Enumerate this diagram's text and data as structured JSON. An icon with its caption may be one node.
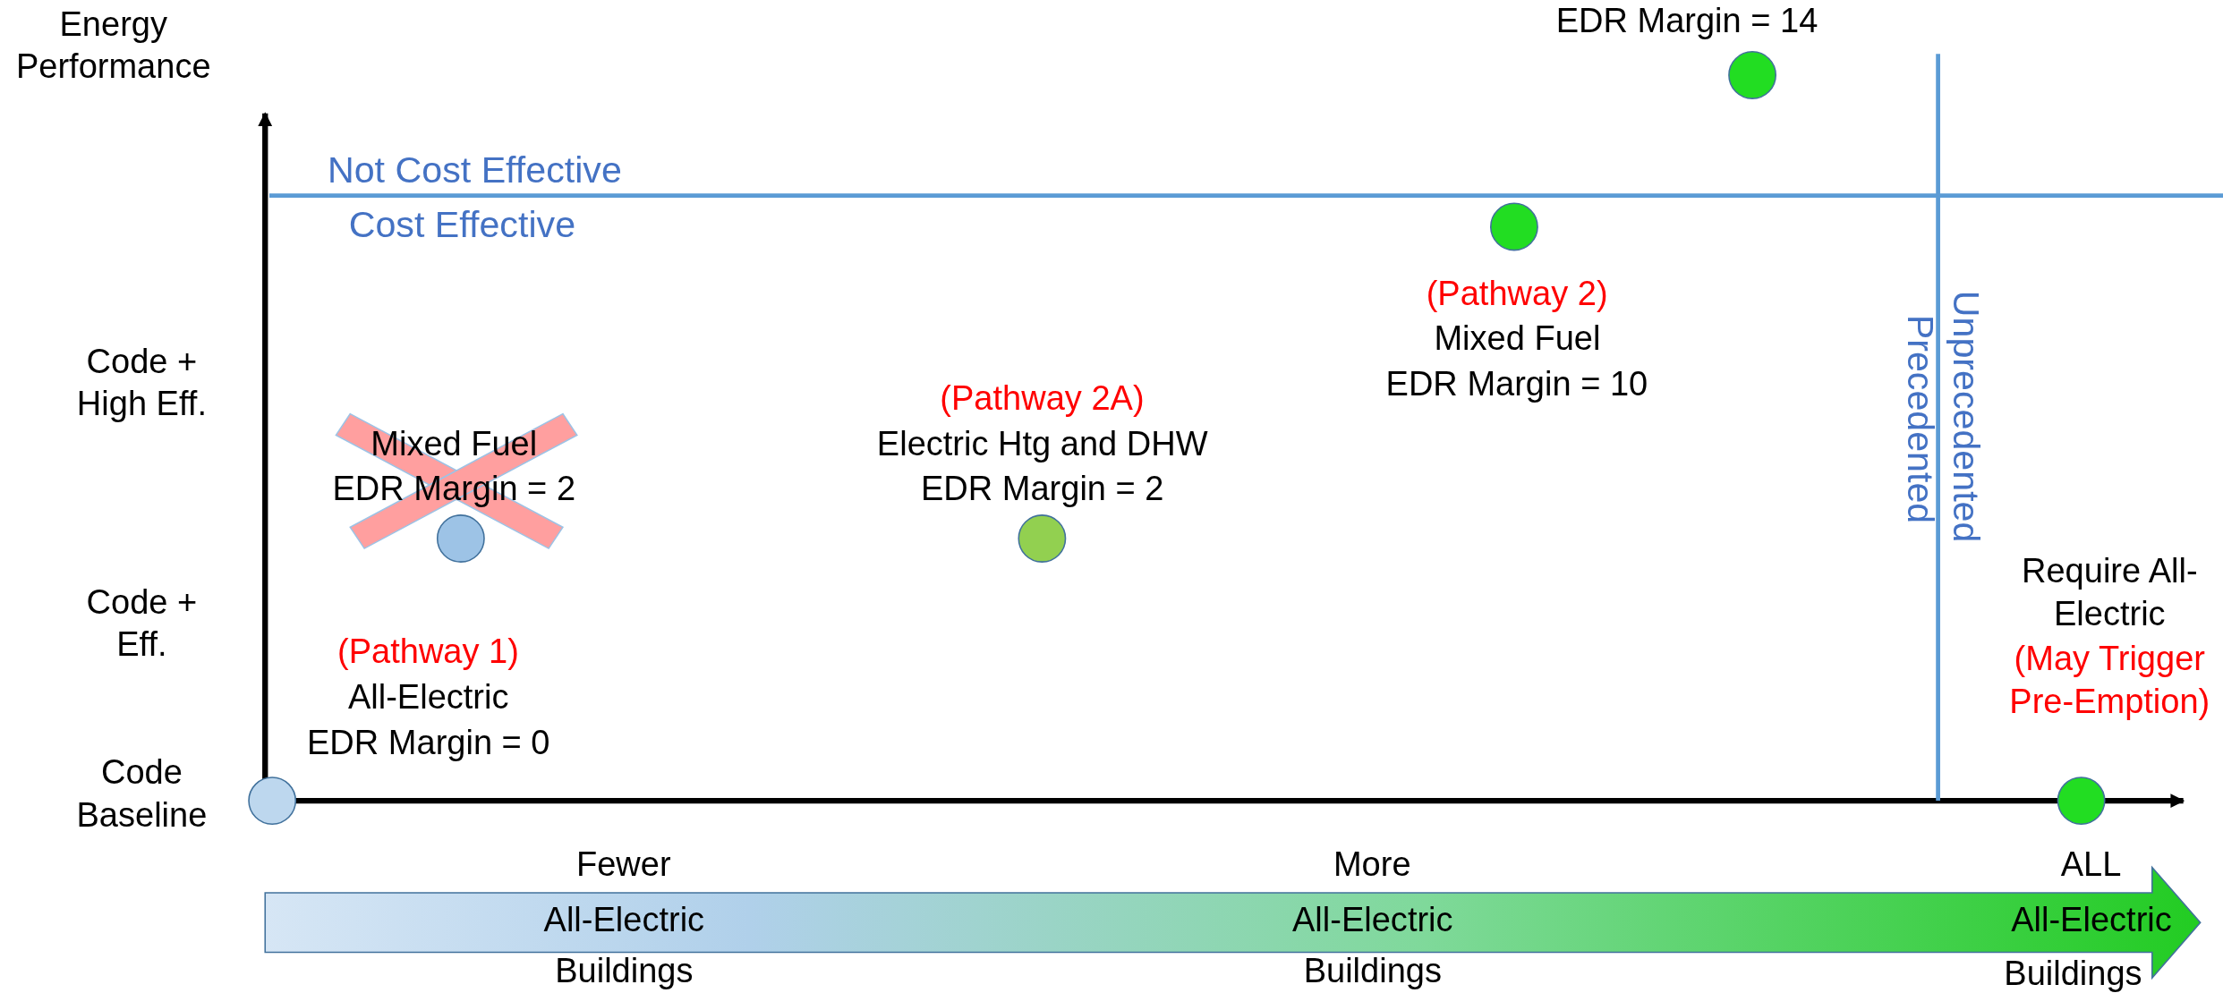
{
  "diagram": {
    "nodes": [
      {
        "text": [],
        "shape": "circle",
        "beside": [
          "EDR Margin = 14"
        ]
      },
      {
        "text": [],
        "shape": "circle",
        "beside": [
          "(Pathway 2)",
          "Mixed Fuel",
          "EDR Margin = 10"
        ]
      },
      {
        "text": [],
        "shape": "circle",
        "beside": [
          "Mixed Fuel",
          "EDR Margin = 2"
        ]
      },
      {
        "text": [],
        "shape": "circle",
        "beside": [
          "(Pathway 2A)",
          "Electric Htg and DHW",
          "EDR Margin = 2"
        ]
      },
      {
        "text": [],
        "shape": "circle",
        "beside": [
          "(Pathway 1)",
          "All-Electric",
          "EDR Margin = 0"
        ]
      },
      {
        "text": [],
        "shape": "circle",
        "beside": [
          "Require All-Electric",
          "(May Trigger Pre-Emption)"
        ]
      }
    ],
    "labels": [
      "Energy Performance",
      "Not Cost Effective",
      "Cost Effective",
      "Code + High Eff.",
      "Precedented",
      "Unprecedented",
      "Code + Eff.",
      "Code Baseline",
      "Fewer",
      "More",
      "ALL",
      "All-Electric",
      "All-Electric",
      "All-Electric",
      "Buildings",
      "Buildings",
      "Buildings"
    ]
  }
}
